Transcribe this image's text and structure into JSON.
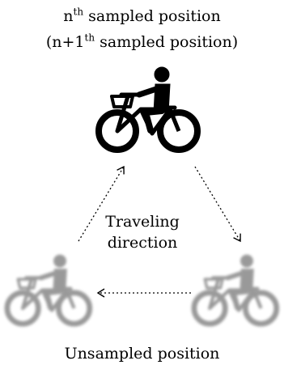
{
  "labels": {
    "sampled_line1_main": "n",
    "sampled_line1_sup": "th",
    "sampled_line1_rest": " sampled position",
    "sampled_line2_pre": "(n+1",
    "sampled_line2_sup": "th",
    "sampled_line2_rest": " sampled position)",
    "direction_line1": "Traveling",
    "direction_line2": "direction",
    "unsampled": "Unsampled position"
  },
  "icons": {
    "sampled": "bicycle-rider-icon",
    "unsampled": "bicycle-rider-icon"
  },
  "colors": {
    "sampled_icon": "#000000",
    "unsampled_icon": "#6f6f6f",
    "arrow": "#000000"
  }
}
